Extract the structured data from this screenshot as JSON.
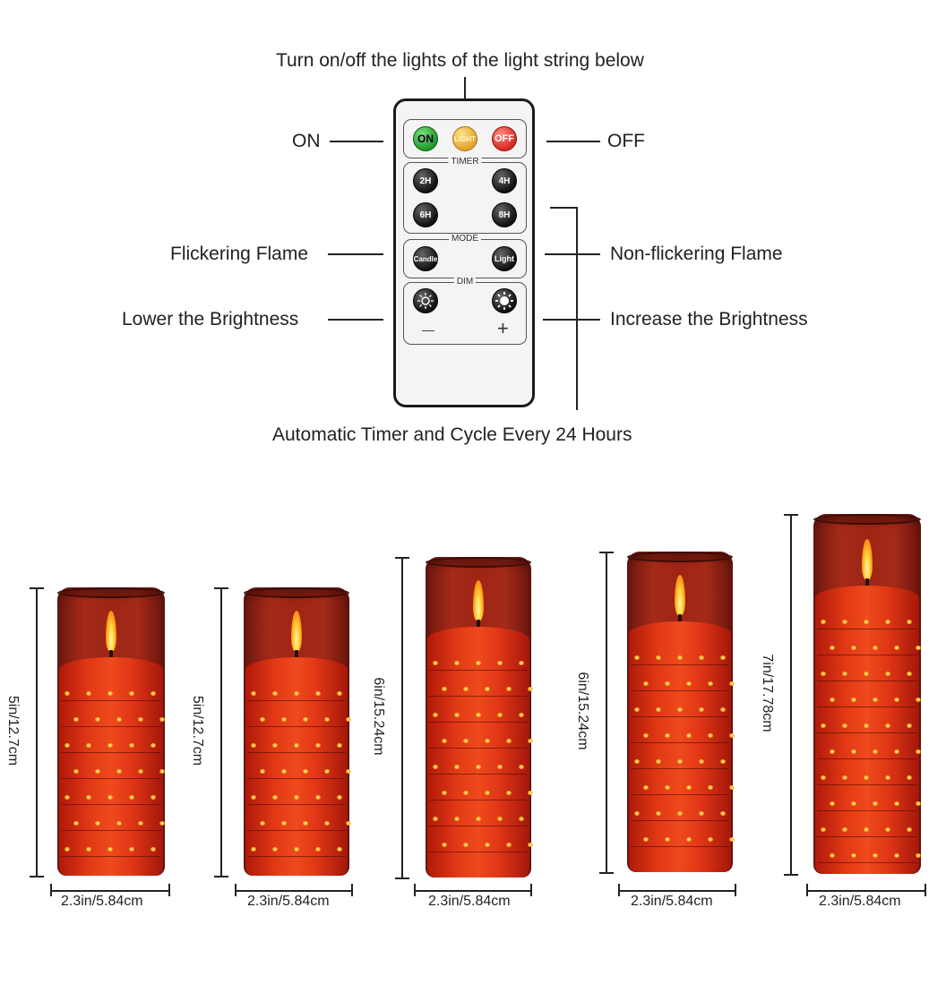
{
  "header": {
    "title": "Turn on/off the lights of the light string below"
  },
  "callouts": {
    "on": "ON",
    "off": "OFF",
    "flicker": "Flickering Flame",
    "nonflicker": "Non-flickering Flame",
    "lower": "Lower the Brightness",
    "increase": "Increase the Brightness",
    "timer_cycle": "Automatic Timer and Cycle Every 24 Hours"
  },
  "remote": {
    "on_label": "ON",
    "light_label": "LIGHT",
    "off_label": "OFF",
    "timer_label": "TIMER",
    "timer_2h": "2H",
    "timer_4h": "4H",
    "timer_6h": "6H",
    "timer_8h": "8H",
    "mode_label": "MODE",
    "mode_candle": "Candle",
    "mode_light": "Light",
    "dim_label": "DIM",
    "minus": "—",
    "plus": "+"
  },
  "candles": [
    {
      "height_label": "5in/12.7cm",
      "width_label": "2.3in/5.84cm"
    },
    {
      "height_label": "5in/12.7cm",
      "width_label": "2.3in/5.84cm"
    },
    {
      "height_label": "6in/15.24cm",
      "width_label": "2.3in/5.84cm"
    },
    {
      "height_label": "6in/15.24cm",
      "width_label": "2.3in/5.84cm"
    },
    {
      "height_label": "7in/17.78cm",
      "width_label": "2.3in/5.84cm"
    }
  ],
  "colors": {
    "glass": "#a52a18",
    "wax": "#e33a16",
    "flame": "#ffd23a"
  }
}
